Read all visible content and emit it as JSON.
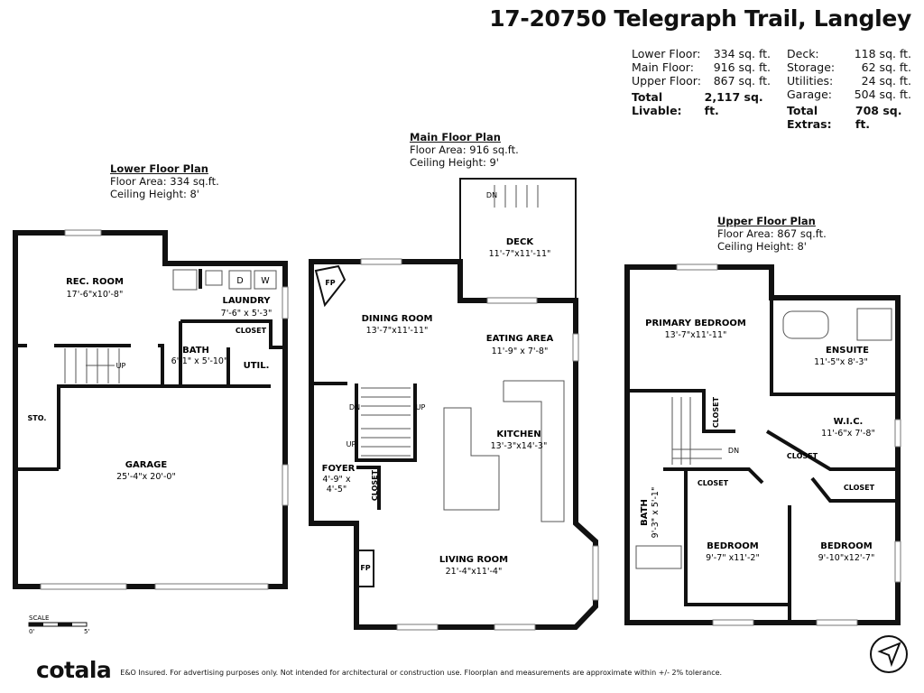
{
  "title": "17-20750 Telegraph Trail, Langley",
  "stats_left": [
    {
      "label": "Lower Floor:",
      "value": "334 sq. ft."
    },
    {
      "label": "Main Floor:",
      "value": "916 sq. ft."
    },
    {
      "label": "Upper Floor:",
      "value": "867 sq. ft."
    }
  ],
  "total_livable": {
    "label": "Total Livable:",
    "value": "2,117 sq. ft."
  },
  "stats_right": [
    {
      "label": "Deck:",
      "value": "118 sq. ft."
    },
    {
      "label": "Storage:",
      "value": "62 sq. ft."
    },
    {
      "label": "Utilities:",
      "value": "24 sq. ft."
    },
    {
      "label": "Garage:",
      "value": "504 sq. ft."
    }
  ],
  "total_extras": {
    "label": "Total Extras:",
    "value": "708 sq. ft."
  },
  "plans": {
    "lower": {
      "heading": "Lower Floor Plan",
      "area": "Floor Area: 334 sq.ft.",
      "ceiling": "Ceiling Height: 8'"
    },
    "main": {
      "heading": "Main Floor Plan",
      "area": "Floor Area: 916 sq.ft.",
      "ceiling": "Ceiling Height: 9'"
    },
    "upper": {
      "heading": "Upper Floor Plan",
      "area": "Floor Area: 867 sq.ft.",
      "ceiling": "Ceiling Height: 8'"
    }
  },
  "rooms": {
    "rec_room": {
      "name": "REC. ROOM",
      "dim": "17'-6\"x10'-8\""
    },
    "laundry": {
      "name": "LAUNDRY",
      "dim": "7'-6\" x 5'-3\""
    },
    "lower_bath": {
      "name": "BATH",
      "dim": "6'-1\" x 5'-10\""
    },
    "lower_closet": {
      "name": "CLOSET"
    },
    "util": {
      "name": "UTIL."
    },
    "sto": {
      "name": "STO."
    },
    "garage": {
      "name": "GARAGE",
      "dim": "25'-4\"x 20'-0\""
    },
    "deck": {
      "name": "DECK",
      "dim": "11'-7\"x11'-11\""
    },
    "dining": {
      "name": "DINING ROOM",
      "dim": "13'-7\"x11'-11\""
    },
    "eating": {
      "name": "EATING AREA",
      "dim": "11'-9\" x 7'-8\""
    },
    "kitchen": {
      "name": "KITCHEN",
      "dim": "13'-3\"x14'-3\""
    },
    "foyer": {
      "name": "FOYER",
      "dim1": "4'-9\" x",
      "dim2": "4'-5\""
    },
    "main_closet": {
      "name": "CLOSET"
    },
    "living": {
      "name": "LIVING ROOM",
      "dim": "21'-4\"x11'-4\""
    },
    "primary": {
      "name": "PRIMARY BEDROOM",
      "dim": "13'-7\"x11'-11\""
    },
    "ensuite": {
      "name": "ENSUITE",
      "dim": "11'-5\"x 8'-3\""
    },
    "wic": {
      "name": "W.I.C.",
      "dim": "11'-6\"x 7'-8\""
    },
    "upper_bath": {
      "name": "BATH",
      "dim": "9'-3\" x 5'-1\""
    },
    "bedroom1": {
      "name": "BEDROOM",
      "dim": "9'-7\" x11'-2\""
    },
    "bedroom2": {
      "name": "BEDROOM",
      "dim": "9'-10\"x12'-7\""
    },
    "closet_label": "CLOSET"
  },
  "symbols": {
    "fp": "FP",
    "up": "UP",
    "dn": "DN",
    "dryer": "D",
    "washer": "W"
  },
  "scale": {
    "label": "SCALE",
    "min": "0'",
    "max": "5'"
  },
  "footer": {
    "logo": "cotala",
    "disclaimer": "E&O Insured. For advertising purposes only. Not intended for architectural or construction use. Floorplan and measurements are approximate within +/- 2% tolerance."
  },
  "icons": {
    "compass": "north-arrow-icon"
  }
}
